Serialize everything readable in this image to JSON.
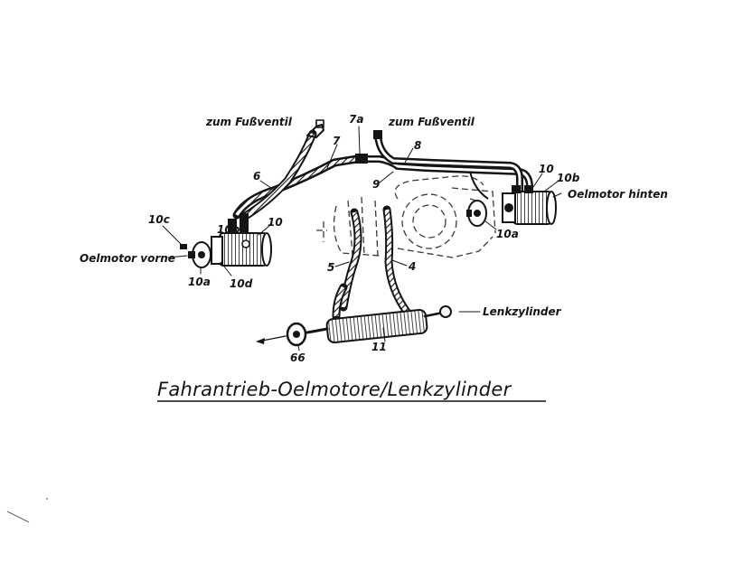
{
  "caption": "Fahrantrieb-Oelmotore/Lenkzylinder",
  "labels": {
    "zum_fussventil_left": "zum Fußventil",
    "zum_fussventil_right": "zum Fußventil",
    "oelmotor_hinten": "Oelmotor hinten",
    "oelmotor_vorne": "Oelmotor vorne",
    "lenkzylinder": "Lenkzylinder",
    "n6": "6",
    "n7": "7",
    "n7a": "7a",
    "n8": "8",
    "n9": "9",
    "n10_right": "10",
    "n10b_right": "10b",
    "n10a_right": "10a",
    "n10c": "10c",
    "n10b_left": "10b",
    "n10_left": "10",
    "n10a_left": "10a",
    "n10d": "10d",
    "n5": "5",
    "n4": "4",
    "n11": "11",
    "n66": "66"
  }
}
